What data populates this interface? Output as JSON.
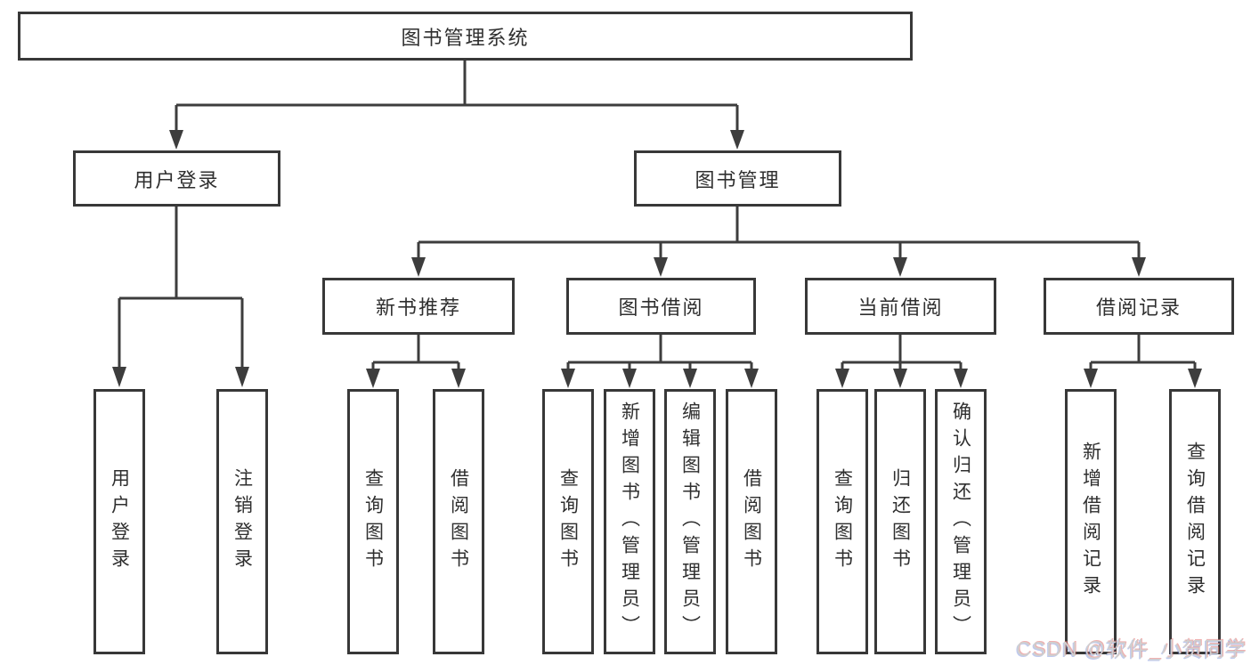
{
  "diagram": {
    "title": "图书管理系统",
    "root": {
      "label": "图书管理系统"
    },
    "branches": [
      {
        "label": "用户登录",
        "children": [
          {
            "label": "用户登录"
          },
          {
            "label": "注销登录"
          }
        ]
      },
      {
        "label": "图书管理",
        "children": [
          {
            "label": "新书推荐",
            "children": [
              {
                "label": "查询图书"
              },
              {
                "label": "借阅图书"
              }
            ]
          },
          {
            "label": "图书借阅",
            "children": [
              {
                "label": "查询图书"
              },
              {
                "label": "新增图书（管理员）"
              },
              {
                "label": "编辑图书（管理员）"
              },
              {
                "label": "借阅图书"
              }
            ]
          },
          {
            "label": "当前借阅",
            "children": [
              {
                "label": "查询图书"
              },
              {
                "label": "归还图书"
              },
              {
                "label": "确认归还（管理员）"
              }
            ]
          },
          {
            "label": "借阅记录",
            "children": [
              {
                "label": "新增借阅记录"
              },
              {
                "label": "查询借阅记录"
              }
            ]
          }
        ]
      }
    ]
  },
  "watermark": {
    "text": "CSDN @软件_小贺同学"
  },
  "colors": {
    "line": "#3d3d3d",
    "box_border": "#383838",
    "text": "#2f2f2f",
    "watermark": "#cfcfcf",
    "background": "#ffffff"
  }
}
